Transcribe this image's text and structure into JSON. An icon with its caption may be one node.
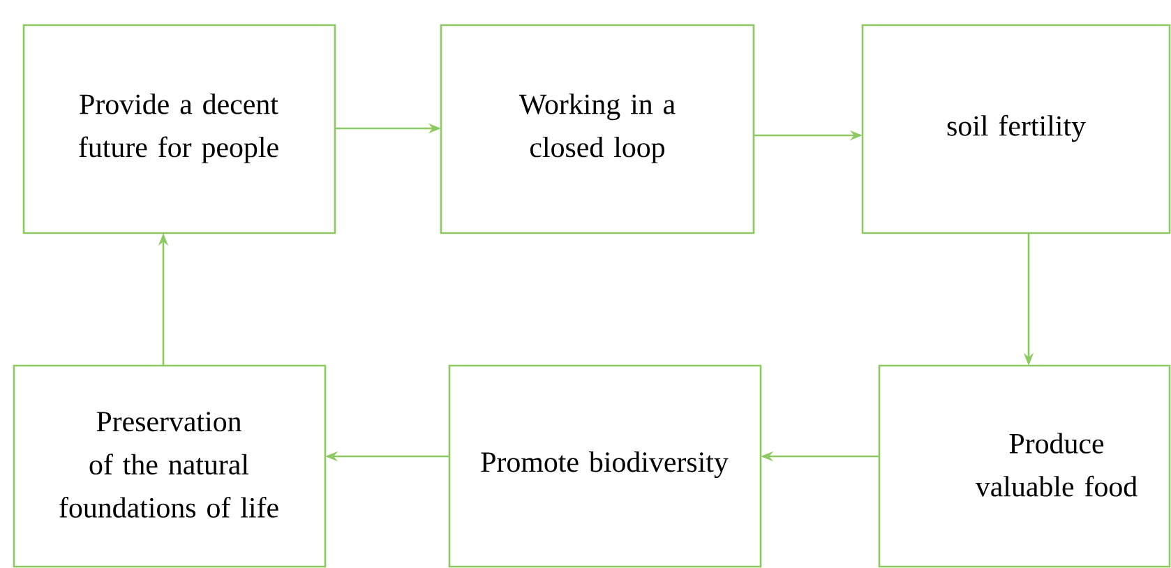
{
  "diagram": {
    "nodes": [
      {
        "text": [
          "Provide a decent future for people"
        ]
      },
      {
        "text": [
          "Working in a closed loop"
        ]
      },
      {
        "text": [
          "soil fertility"
        ]
      },
      {
        "text": [
          "Produce valuable food"
        ]
      },
      {
        "text": [
          "Promote biodiversity"
        ]
      },
      {
        "text": [
          "Preservation of the natural foundations of life"
        ]
      }
    ],
    "edges": [
      {
        "from": 0,
        "to": 1,
        "arrow": "to"
      },
      {
        "from": 1,
        "to": 2,
        "arrow": "to"
      },
      {
        "from": 2,
        "to": 3,
        "arrow": "to"
      },
      {
        "from": 3,
        "to": 4,
        "arrow": "to"
      },
      {
        "from": 4,
        "to": 5,
        "arrow": "to"
      },
      {
        "from": 5,
        "to": 0,
        "arrow": "to"
      }
    ]
  }
}
